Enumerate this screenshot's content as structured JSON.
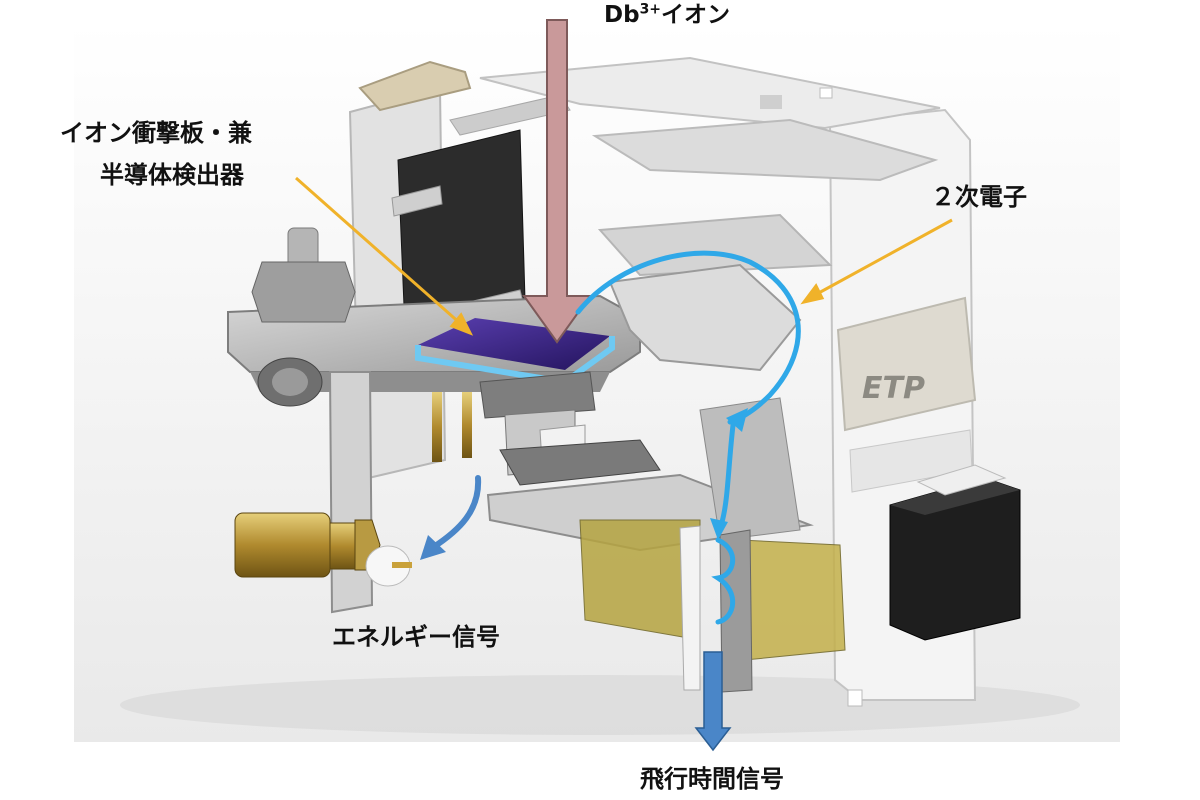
{
  "labels": {
    "ion_beam": "Db",
    "ion_charge": "3+",
    "ion_suffix": "イオン",
    "detector_line1": "イオン衝撃板・兼",
    "detector_line2": "半導体検出器",
    "secondary_electrons": "２次電子",
    "energy_signal": "エネルギー信号",
    "tof_signal": "飛行時間信号",
    "etp_logo": "ETP"
  },
  "colors": {
    "ion_arrow": "#c9999a",
    "electron_path": "#2fa8e8",
    "pointer": "#f0b22a",
    "signal_arrow": "#4a86c8",
    "detector_plate": "#3f2a8c"
  }
}
